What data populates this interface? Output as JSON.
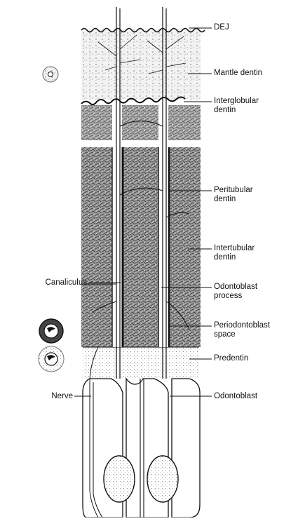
{
  "figure": {
    "labels": {
      "dej": "DEJ",
      "mantle_dentin": "Mantle dentin",
      "interglobular_1": "Interglobular",
      "interglobular_2": "dentin",
      "peritubular_1": "Peritubular",
      "peritubular_2": "dentin",
      "intertubular_1": "Intertubular",
      "intertubular_2": "dentin",
      "canaliculus": "Canaliculus",
      "odontoblast_process_1": "Odontoblast",
      "odontoblast_process_2": "process",
      "periodontoblast_1": "Periodontoblast",
      "periodontoblast_2": "space",
      "predentin": "Predentin",
      "nerve": "Nerve",
      "odontoblast": "Odontoblast"
    }
  }
}
